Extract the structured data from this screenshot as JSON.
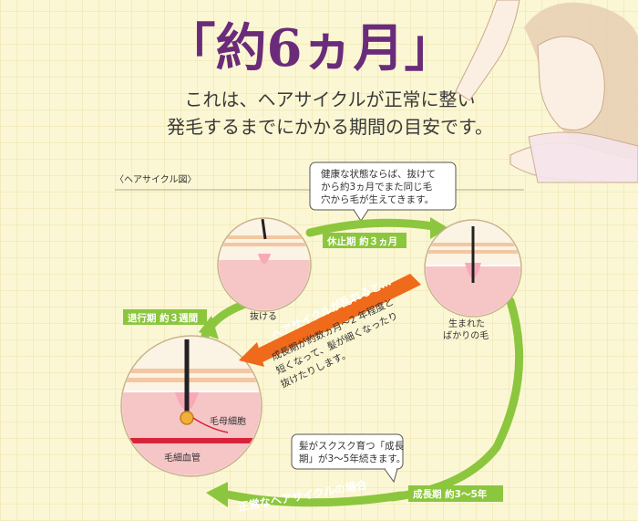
{
  "title": "「約6ヵ月」",
  "subtitle_lines": [
    "これは、ヘアサイクルが正常に整い",
    "発毛するまでにかかる期間の目安です。"
  ],
  "section_label": "〈ヘアサイクル図〉",
  "bubble_top_lines": [
    "健康な状態ならば、抜けて",
    "から約3ヵ月でまた同じ毛",
    "穴から毛が生えてきます。"
  ],
  "bubble_bottom_lines": [
    "髪がスクスク育つ「成長",
    "期」が3～5年続きます。"
  ],
  "phases": {
    "rest": "休止期 約３ヵ月",
    "regression": "退行期 約３週間",
    "growth": "成長期 約3～5年"
  },
  "labels": {
    "fell_out": "抜ける",
    "newborn_lines": [
      "生まれた",
      "ばかりの毛"
    ],
    "matrix": "毛母細胞",
    "capillary": "毛細血管"
  },
  "disrupted": {
    "heading": "ヘアサイクルが乱れると…",
    "note_lines": [
      "成長期が約数ヵ月～2 年程度と",
      "短くなって、髪が細くなったり",
      "抜けたりします。"
    ]
  },
  "normal_arrow_label": "正常なヘアサイクルの場合",
  "colors": {
    "title": "#6a2c7a",
    "green": "#8cc63e",
    "orange": "#ef6a1a",
    "skin": "#f6c6c7"
  }
}
